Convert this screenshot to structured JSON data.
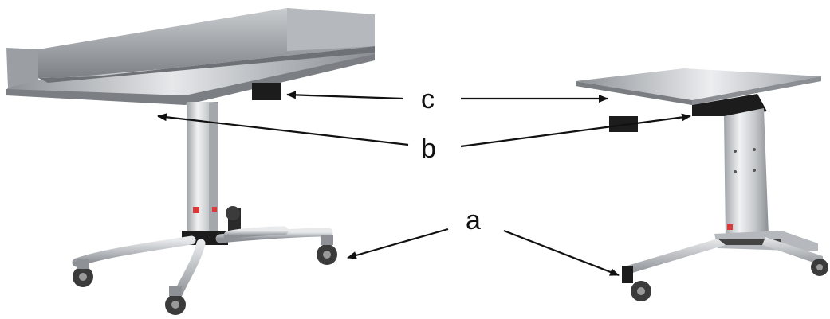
{
  "labels": {
    "a": "a",
    "b": "b",
    "c": "c"
  },
  "colors": {
    "steel_light": "#d9dbdd",
    "steel_mid": "#a9adb1",
    "steel_dark": "#6f7378",
    "black_part": "#1c1c1c",
    "arrow": "#111111"
  }
}
